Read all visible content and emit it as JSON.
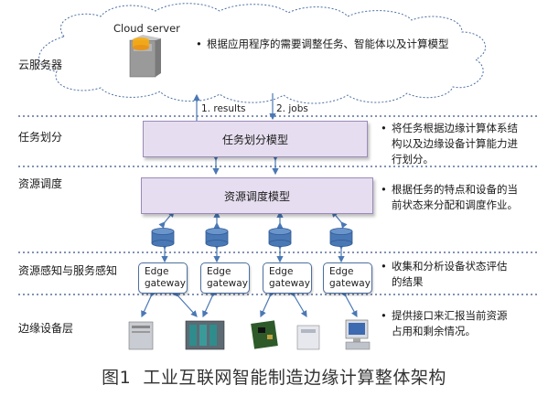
{
  "cloud": {
    "server_label": "Cloud server",
    "note": "根据应用程序的需要调整任务、智能体以及计算模型"
  },
  "layers": {
    "cloud_service": "云服务器",
    "task_division": "任务划分",
    "resource_scheduling": "资源调度",
    "perception": "资源感知与服务感知",
    "edge_devices": "边缘设备层"
  },
  "arrows": {
    "results": "1. results",
    "jobs": "2. jobs"
  },
  "boxes": {
    "task_model": "任务划分模型",
    "resource_model": "资源调度模型"
  },
  "gateways": [
    {
      "line1": "Edge",
      "line2": "gateway"
    },
    {
      "line1": "Edge",
      "line2": "gateway"
    },
    {
      "line1": "Edge",
      "line2": "gateway"
    },
    {
      "line1": "Edge",
      "line2": "gateway"
    }
  ],
  "notes": {
    "task": [
      "将任务根据边缘计算体系结",
      "构以及边缘设备计算能力进",
      "行划分。"
    ],
    "resource": [
      "根据任务的特点和设备的当",
      "前状态来分配和调度作业。"
    ],
    "perception": [
      "收集和分析设备状态评估",
      "的结果"
    ],
    "edge": [
      "提供接口来汇报当前资源",
      "占用和剩余情况。"
    ]
  },
  "bullet": "•",
  "caption": "图1  工业互联网智能制造边缘计算整体架构",
  "colors": {
    "divider": "#5a6e9a",
    "box_fill": "#e6def0",
    "box_border": "#9a8bb8",
    "db_fill": "#4a78b5",
    "gateway_border": "#4d6f9e",
    "arrow": "#4a78b5"
  }
}
